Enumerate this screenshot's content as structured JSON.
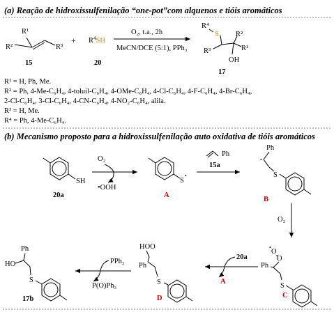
{
  "part_a": {
    "title": "(a) Reação de hidroxissulfenilação “one-pot”com alquenos e tióis aromáticos",
    "plus": "+",
    "thiol_r": "R",
    "thiol_sup": "4",
    "thiol_sh": "SH",
    "cond_top": "O₂, t.a., 2h",
    "cond_bottom": "MeCN/DCE (5:1), PPh₃",
    "cpd_alkene": "15",
    "cpd_thiol": "20",
    "cpd_product": "17",
    "R1": "R¹",
    "R2": "R²",
    "R3": "R³",
    "R4": "R⁴",
    "S": "S",
    "OH": "OH",
    "subs": [
      "R¹ = H, Ph, Me.",
      "R² = Ph, 4-Me-C₆H₄, 4-toluil-C₆H₄, 4-OMe-C₆H₄, 4-Cl-C₆H₄, 4-F-C₆H₄, 4-Br-C₆H₄,",
      "2-Cl-C₆H₄, 3-Cl-C₆H₄, 4-CN-C₆H₄, 4-NO₂-C₆H₄, alila.",
      "R³ = H, Me.",
      "R⁴ = Ph, 4-Me-C₆H₄."
    ]
  },
  "part_b": {
    "title": "(b) Mecanismo proposto para a hidroxissulfenilação auto oxidativa de tióis aromáticos",
    "SH": "SH",
    "S": "S",
    "O2": "O₂",
    "OOH": "•OOH",
    "reagent_15a": "15a",
    "Ph": "Ph",
    "reagent_20a": "20a",
    "PPh3": "PPh₃",
    "POPh3": "P(O)Ph₃",
    "HO": "HO",
    "HOO": "HOO",
    "O": "O",
    "dot": "•",
    "cpd_20a": "20a",
    "int_A": "A",
    "int_B": "B",
    "int_C": "C",
    "int_D": "D",
    "int_A2": "A",
    "cpd_17b": "17b"
  },
  "colors": {
    "intermediate": "#cc0000",
    "sulfur": "#c8850a",
    "text": "#000000"
  }
}
